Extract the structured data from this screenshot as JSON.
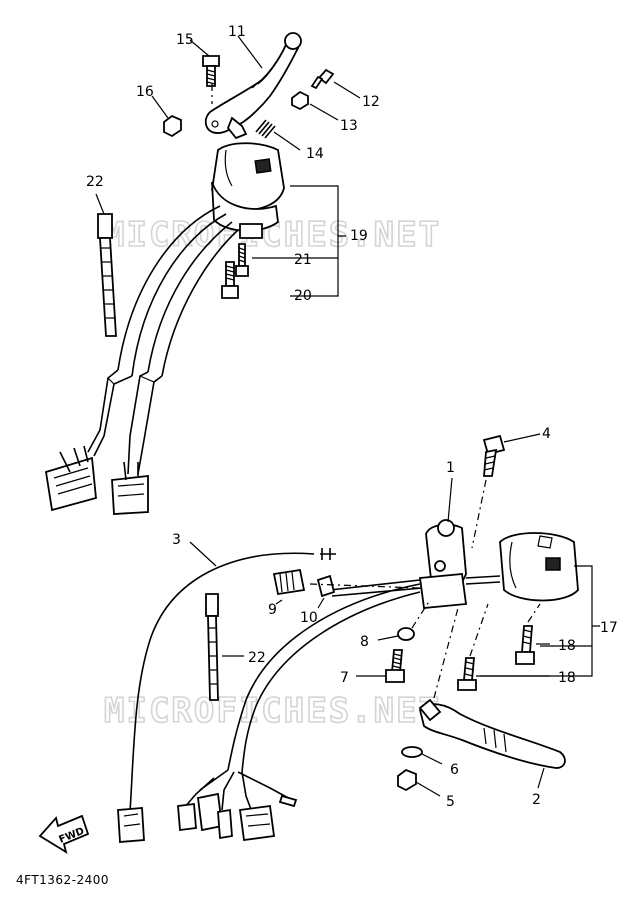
{
  "watermark": "MICROFICHES.NET",
  "diagram_code": "4FT1362-2400",
  "fwd_label": "FWD",
  "callouts": {
    "c1": "1",
    "c2": "2",
    "c3": "3",
    "c4": "4",
    "c5": "5",
    "c6": "6",
    "c7": "7",
    "c8": "8",
    "c9": "9",
    "c10": "10",
    "c11": "11",
    "c12": "12",
    "c13": "13",
    "c14": "14",
    "c15": "15",
    "c16": "16",
    "c17": "17",
    "c18a": "18",
    "c18b": "18",
    "c19": "19",
    "c20": "20",
    "c21": "21",
    "c22a": "22",
    "c22b": "22"
  }
}
